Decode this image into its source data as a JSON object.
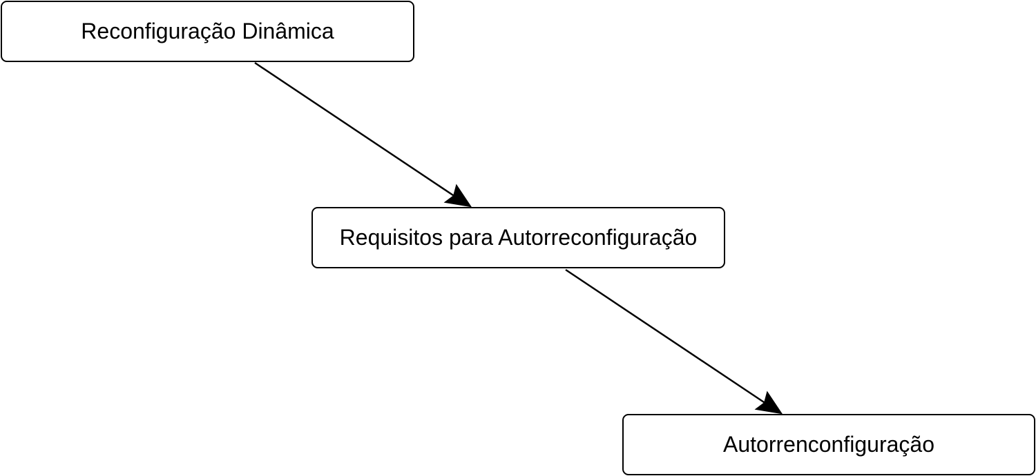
{
  "nodes": [
    {
      "id": "reconfiguracao-dinamica",
      "label": "Reconfiguração Dinâmica"
    },
    {
      "id": "requisitos-autorreconfiguracao",
      "label": "Requisitos para Autorreconfiguração"
    },
    {
      "id": "autorrenconfiguracao",
      "label": "Autorrenconfiguração"
    }
  ],
  "edges": [
    {
      "from": "reconfiguracao-dinamica",
      "to": "requisitos-autorreconfiguracao"
    },
    {
      "from": "requisitos-autorreconfiguracao",
      "to": "autorrenconfiguracao"
    }
  ],
  "colors": {
    "stroke": "#000000",
    "fill": "#ffffff",
    "text": "#000000"
  }
}
